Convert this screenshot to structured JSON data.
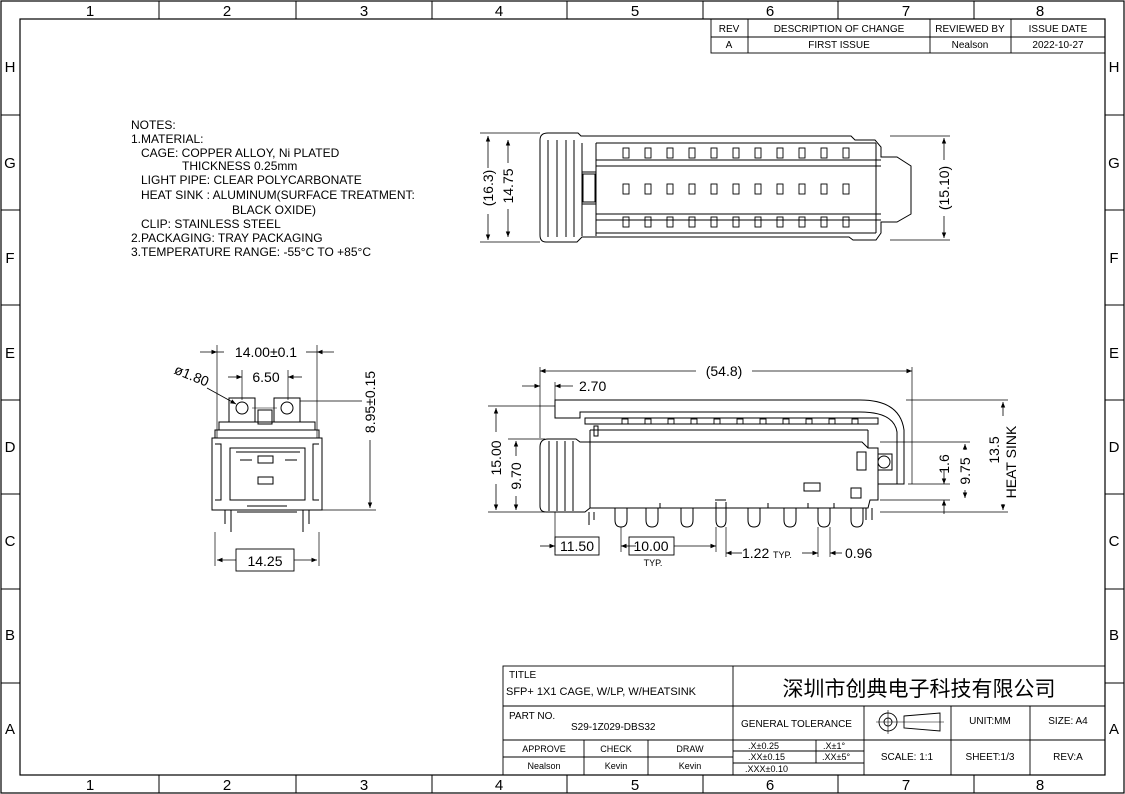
{
  "grid": {
    "columns": [
      "1",
      "2",
      "3",
      "4",
      "5",
      "6",
      "7",
      "8"
    ],
    "rows": [
      "H",
      "G",
      "F",
      "E",
      "D",
      "C",
      "B",
      "A"
    ]
  },
  "revision_table": {
    "headers": [
      "REV",
      "DESCRIPTION OF CHANGE",
      "REVIEWED BY",
      "ISSUE DATE"
    ],
    "row": [
      "A",
      "FIRST ISSUE",
      "Nealson",
      "2022-10-27"
    ]
  },
  "notes": [
    "NOTES:",
    "1.MATERIAL:",
    "CAGE: COPPER ALLOY, Ni PLATED",
    "THICKNESS 0.25mm",
    "LIGHT PIPE: CLEAR POLYCARBONATE",
    "HEAT SINK : ALUMINUM(SURFACE TREATMENT:",
    "BLACK OXIDE)",
    "CLIP: STAINLESS STEEL",
    "2.PACKAGING: TRAY PACKAGING",
    "3.TEMPERATURE RANGE: -55°C TO +85°C"
  ],
  "top_view": {
    "dim_a": "(16.3)",
    "dim_b": "14.75",
    "dim_c": "(15.10)"
  },
  "front_view": {
    "width": "14.00±0.1",
    "diameter": "ø1.80",
    "pitch": "6.50",
    "height": "8.95±0.15",
    "bottom": "14.25"
  },
  "side_view": {
    "length": "(54.8)",
    "offset": "2.70",
    "height_total": "15.00",
    "height_body": "9.70",
    "d1": "1.6",
    "d2": "9.75",
    "d3": "13.5",
    "heat_sink": "HEAT SINK",
    "d4": "11.50",
    "d5": "10.00",
    "typ": "TYP.",
    "d6": "1.22",
    "typ2": "TYP.",
    "d7": "0.96"
  },
  "title_block": {
    "title_label": "TITLE",
    "title": "SFP+ 1X1 CAGE, W/LP, W/HEATSINK",
    "company": "深圳市创典电子科技有限公司",
    "part_label": "PART NO.",
    "part_no": "S29-1Z029-DBS32",
    "general_tolerance": "GENERAL TOLERANCE",
    "unit": "UNIT:MM",
    "size": "SIZE: A4",
    "approve_label": "APPROVE",
    "check_label": "CHECK",
    "draw_label": "DRAW",
    "approve": "Nealson",
    "check": "Kevin",
    "draw": "Kevin",
    "tol1": ".X±0.25",
    "tol2": ".XX±0.15",
    "tol3": ".XXX±0.10",
    "ang1": ".X±1°",
    "ang2": ".XX±5°",
    "scale": "SCALE:  1:1",
    "sheet": "SHEET:1/3",
    "rev": "REV:A"
  }
}
